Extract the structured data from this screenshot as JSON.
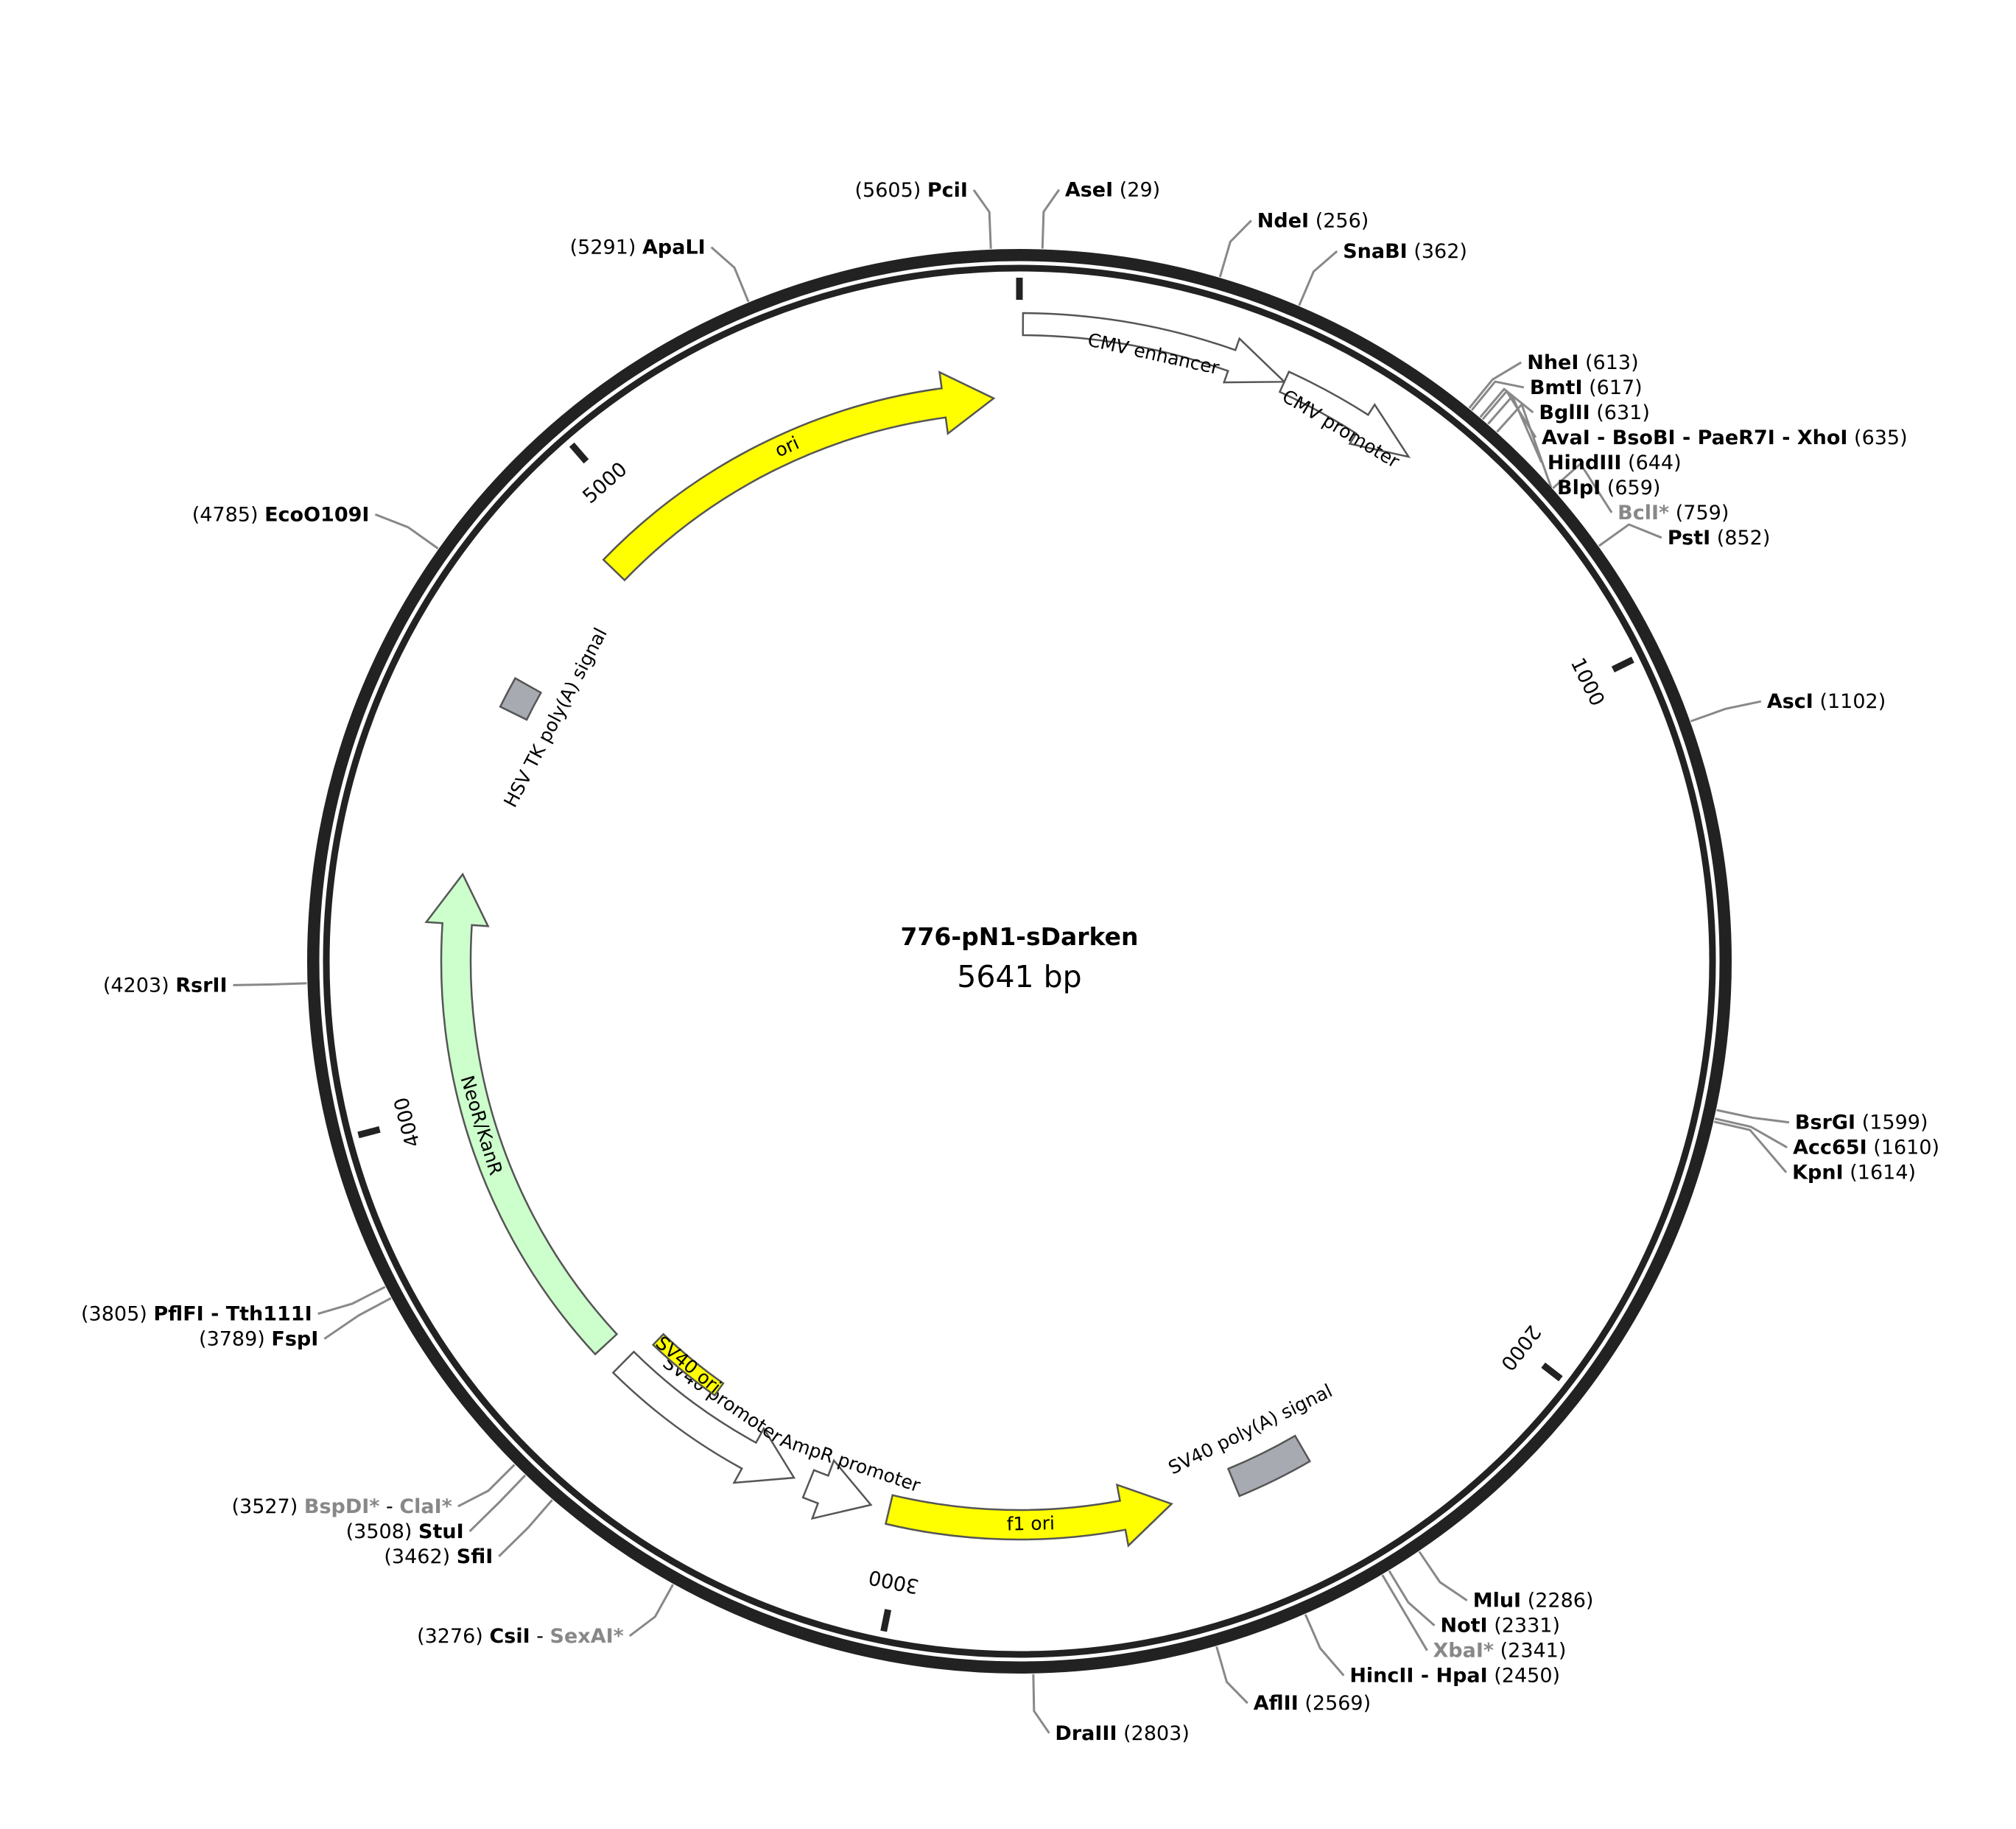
{
  "plasmid": {
    "name": "776-pN1-sDarken",
    "length_label": "5641 bp",
    "length": 5641
  },
  "ticks": [
    {
      "pos": 0,
      "label": ""
    },
    {
      "pos": 1000,
      "label": "1000"
    },
    {
      "pos": 2000,
      "label": "2000"
    },
    {
      "pos": 3000,
      "label": "3000"
    },
    {
      "pos": 4000,
      "label": "4000"
    },
    {
      "pos": 5000,
      "label": "5000"
    }
  ],
  "sites": [
    {
      "name": "AseI",
      "pos": 29,
      "pos_label": "(29)"
    },
    {
      "name": "NdeI",
      "pos": 256,
      "pos_label": "(256)"
    },
    {
      "name": "SnaBI",
      "pos": 362,
      "pos_label": "(362)"
    },
    {
      "name": "NheI",
      "pos": 613,
      "pos_label": "(613)"
    },
    {
      "name": "BmtI",
      "pos": 617,
      "pos_label": "(617)"
    },
    {
      "name": "BglII",
      "pos": 631,
      "pos_label": "(631)"
    },
    {
      "name": "AvaI - BsoBI - PaeR7I - XhoI",
      "pos": 635,
      "pos_label": "(635)"
    },
    {
      "name": "HindIII",
      "pos": 644,
      "pos_label": "(644)"
    },
    {
      "name": "BlpI",
      "pos": 659,
      "pos_label": "(659)"
    },
    {
      "name": "BclI*",
      "pos": 759,
      "pos_label": "(759)",
      "gray": true
    },
    {
      "name": "PstI",
      "pos": 852,
      "pos_label": "(852)"
    },
    {
      "name": "AscI",
      "pos": 1102,
      "pos_label": "(1102)"
    },
    {
      "name": "BsrGI",
      "pos": 1599,
      "pos_label": "(1599)"
    },
    {
      "name": "Acc65I",
      "pos": 1610,
      "pos_label": "(1610)"
    },
    {
      "name": "KpnI",
      "pos": 1614,
      "pos_label": "(1614)"
    },
    {
      "name": "MluI",
      "pos": 2286,
      "pos_label": "(2286)"
    },
    {
      "name": "NotI",
      "pos": 2331,
      "pos_label": "(2331)"
    },
    {
      "name": "XbaI*",
      "pos": 2341,
      "pos_label": "(2341)",
      "gray": true
    },
    {
      "name": "HincII - HpaI",
      "pos": 2450,
      "pos_label": "(2450)"
    },
    {
      "name": "AflII",
      "pos": 2569,
      "pos_label": "(2569)"
    },
    {
      "name": "DraIII",
      "pos": 2803,
      "pos_label": "(2803)"
    },
    {
      "name": "CsiI",
      "name2": "SexAI*",
      "pos": 3276,
      "pos_label": "(3276)",
      "leftside": true
    },
    {
      "name": "SfiI",
      "pos": 3462,
      "pos_label": "(3462)",
      "leftside": true
    },
    {
      "name": "StuI",
      "pos": 3508,
      "pos_label": "(3508)",
      "leftside": true
    },
    {
      "name": "BspDI*",
      "name2": "ClaI*",
      "pos": 3527,
      "pos_label": "(3527)",
      "leftside": true,
      "gray": true
    },
    {
      "name": "FspI",
      "pos": 3789,
      "pos_label": "(3789)",
      "leftside": true
    },
    {
      "name": "PflFI - Tth111I",
      "pos": 3805,
      "pos_label": "(3805)",
      "leftside": true
    },
    {
      "name": "RsrII",
      "pos": 4203,
      "pos_label": "(4203)",
      "leftside": true
    },
    {
      "name": "EcoO109I",
      "pos": 4785,
      "pos_label": "(4785)",
      "leftside": true
    },
    {
      "name": "ApaLI",
      "pos": 5291,
      "pos_label": "(5291)",
      "leftside": true
    },
    {
      "name": "PciI",
      "pos": 5605,
      "pos_label": "(5605)",
      "leftside": true
    }
  ],
  "features": [
    {
      "id": "cmv-enhancer",
      "label": "CMV enhancer",
      "start": 5,
      "end": 385,
      "dir": 1,
      "color": "#ffffff",
      "ring": "A"
    },
    {
      "id": "cmv-promoter",
      "label": "CMV promoter",
      "start": 385,
      "end": 590,
      "dir": 1,
      "color": "#ffffff",
      "ring": "A"
    },
    {
      "id": "sv40-polya",
      "label": "SV40 poly(A) signal",
      "start": 2348,
      "end": 2470,
      "dir": 0,
      "color": "#a7aab0",
      "ring": "B"
    },
    {
      "id": "f1-ori",
      "label": "f1 ori",
      "start": 2575,
      "end": 3030,
      "dir": -1,
      "color": "#ffff00",
      "ring": "B"
    },
    {
      "id": "ampr-promoter",
      "label": "AmpR promoter",
      "start": 3060,
      "end": 3165,
      "dir": -1,
      "color": "#ffffff",
      "ring": "B"
    },
    {
      "id": "sv40-promoter",
      "label": "SV40 promoter",
      "start": 3190,
      "end": 3520,
      "dir": -1,
      "color": "#ffffff",
      "ring": "B"
    },
    {
      "id": "sv40-ori",
      "label": "SV40 ori",
      "start": 3370,
      "end": 3505,
      "dir": 0,
      "color": "#ffff00",
      "ring": "C"
    },
    {
      "id": "neor-kanr",
      "label": "NeoR/KanR",
      "start": 3560,
      "end": 4370,
      "dir": 1,
      "color": "#ccffcc",
      "ring": "B"
    },
    {
      "id": "hsv-tk-polya",
      "label": "HSV TK poly(A) signal",
      "start": 4640,
      "end": 4690,
      "dir": 0,
      "color": "#a7aab0",
      "ring": "B"
    },
    {
      "id": "ori",
      "label": "ori",
      "start": 4920,
      "end": 5600,
      "dir": 1,
      "color": "#ffff00",
      "ring": "B"
    }
  ]
}
